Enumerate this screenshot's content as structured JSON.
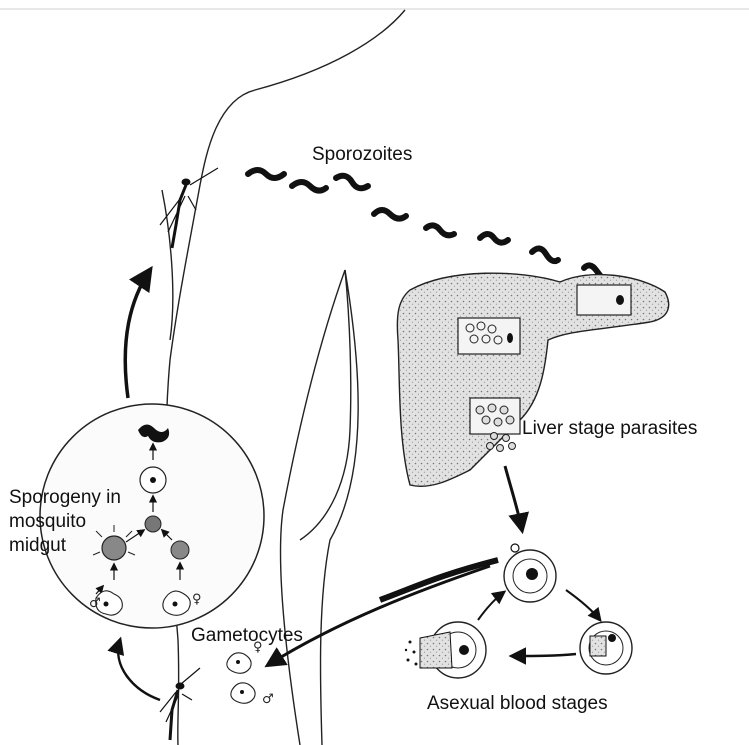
{
  "labels": {
    "sporozoites": "Sporozoites",
    "liver_stage": "Liver stage parasites",
    "sporogeny_line1": "Sporogeny in",
    "sporogeny_line2": "mosquito",
    "sporogeny_line3": "midgut",
    "gametocytes": "Gametocytes",
    "asexual": "Asexual blood stages"
  },
  "symbols": {
    "female": "♀",
    "male": "♂"
  },
  "colors": {
    "ink": "#111111",
    "liver_shade": "#d9d9d9",
    "background": "#ffffff"
  }
}
